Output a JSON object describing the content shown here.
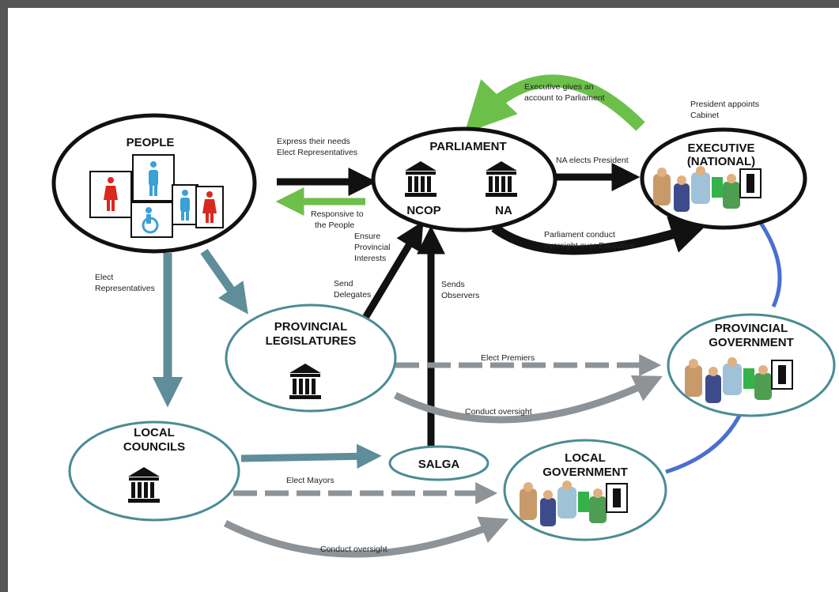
{
  "nodes": {
    "people": {
      "title": "PEOPLE"
    },
    "parliament": {
      "title": "PARLIAMENT",
      "left": "NCOP",
      "right": "NA"
    },
    "executive": {
      "title_1": "EXECUTIVE",
      "title_2": "(NATIONAL)"
    },
    "provincial_legislatures": {
      "title_1": "PROVINCIAL",
      "title_2": "LEGISLATURES"
    },
    "provincial_government": {
      "title_1": "PROVINCIAL",
      "title_2": "GOVERNMENT"
    },
    "local_councils": {
      "title_1": "LOCAL",
      "title_2": "COUNCILS"
    },
    "salga": {
      "title": "SALGA"
    },
    "local_government": {
      "title_1": "LOCAL",
      "title_2": "GOVERNMENT"
    }
  },
  "labels": {
    "express_1": "Express their needs",
    "express_2": "Elect Representatives",
    "responsive_1": "Responsive to",
    "responsive_2": "the People",
    "account_1": "Executive gives an",
    "account_2": "account to Parliament",
    "appoints_1": "President appoints",
    "appoints_2": "Cabinet",
    "na_elects": "NA elects President",
    "oversight_exec_1": "Parliament conduct",
    "oversight_exec_2": "oversight over Executive",
    "ensure_1": "Ensure",
    "ensure_2": "Provincial",
    "ensure_3": "Interests",
    "delegates_1": "Send",
    "delegates_2": "Delegates",
    "observers_1": "Sends",
    "observers_2": "Observers",
    "elect_reps_1": "Elect",
    "elect_reps_2": "Representatives",
    "elect_premiers": "Elect Premiers",
    "conduct_oversight_prov": "Conduct oversight",
    "elect_mayors": "Elect Mayors",
    "conduct_oversight_local": "Conduct oversight"
  },
  "colors": {
    "node_border_dark": "#111111",
    "node_border_teal": "#4b8c94",
    "arrow_black": "#111111",
    "arrow_green": "#6cc04a",
    "arrow_teal": "#5f8d99",
    "arrow_gray": "#8e9397",
    "link_blue": "#4a6fd1",
    "sign_female": "#d9281e",
    "sign_male": "#3aa0d8"
  }
}
